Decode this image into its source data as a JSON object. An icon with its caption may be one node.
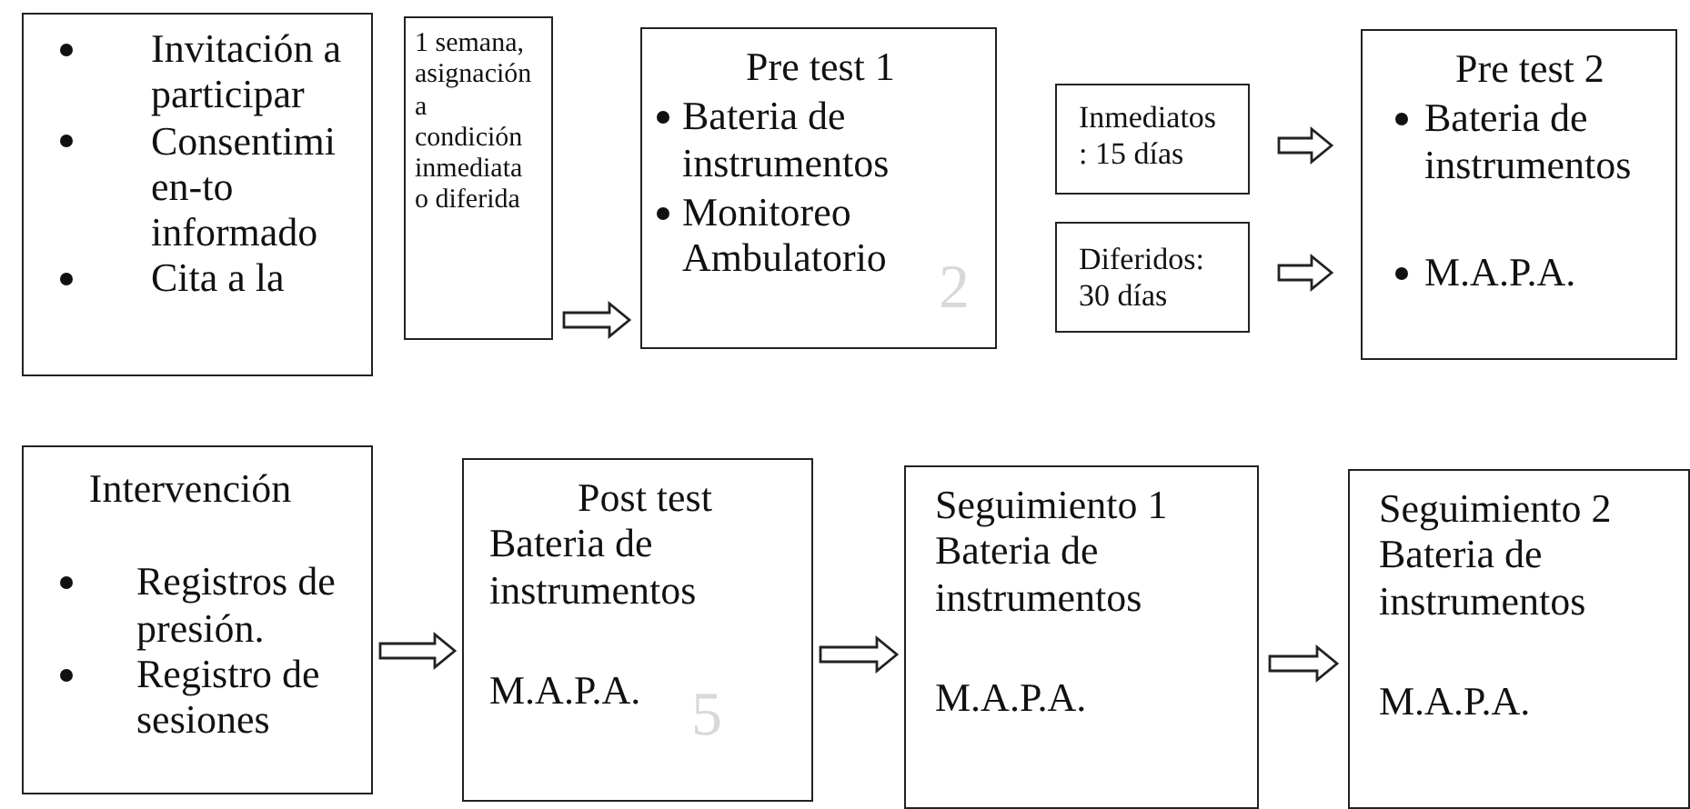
{
  "diagram": {
    "nodes": [
      {
        "text": [
          "Invitación a participar",
          "Consentimi en-to informado",
          "Cita a la"
        ]
      },
      {
        "text": [
          "1 semana, asignación a condición inmediata o diferida"
        ]
      },
      {
        "text": [
          "Pre test 1",
          "Bateria de instrumentos",
          "Monitoreo Ambulatorio"
        ]
      },
      {
        "text": [
          "Inmediatos : 15 días"
        ]
      },
      {
        "text": [
          "Diferidos: 30 días"
        ]
      },
      {
        "text": [
          "Pre test 2",
          "Bateria de instrumentos",
          "M.A.P.A."
        ]
      },
      {
        "text": [
          "Intervención",
          "Registros de presión.",
          "Registro de sesiones"
        ]
      },
      {
        "text": [
          "Post test",
          "Bateria de instrumentos",
          "M.A.P.A."
        ]
      },
      {
        "text": [
          "Seguimiento 1",
          "Bateria de instrumentos",
          "M.A.P.A."
        ]
      },
      {
        "text": [
          "Seguimiento 2",
          "Bateria de instrumentos",
          "M.A.P.A."
        ]
      }
    ],
    "edges": [
      {
        "from": 1,
        "to": 2,
        "arrow": "to"
      },
      {
        "from": 3,
        "to": 5,
        "arrow": "to"
      },
      {
        "from": 4,
        "to": 5,
        "arrow": "to"
      },
      {
        "from": 6,
        "to": 7,
        "arrow": "to"
      },
      {
        "from": 7,
        "to": 8,
        "arrow": "to"
      },
      {
        "from": 8,
        "to": 9,
        "arrow": "to"
      }
    ],
    "labels": [
      "2",
      "5"
    ]
  }
}
